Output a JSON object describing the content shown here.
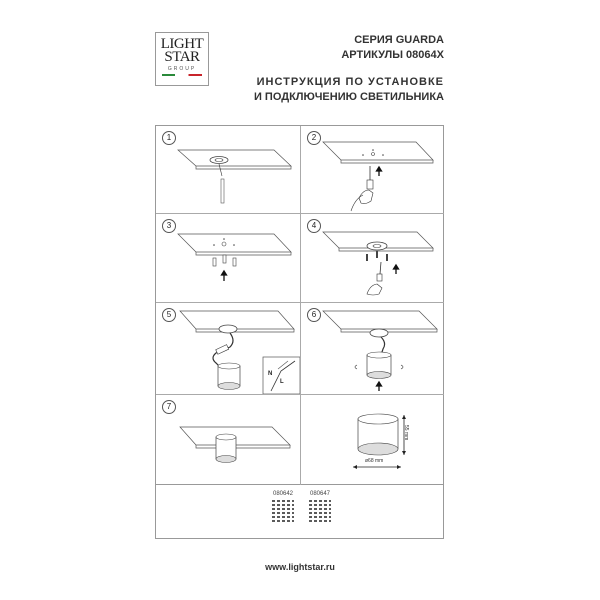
{
  "logo": {
    "line1": "LIGHT",
    "line2": "STAR",
    "line3": "GROUP"
  },
  "header": {
    "series": "СЕРИЯ GUARDA",
    "articles": "АРТИКУЛЫ 08064X",
    "title_line1": "ИНСТРУКЦИЯ ПО УСТАНОВКЕ",
    "title_line2": "И ПОДКЛЮЧЕНИЮ СВЕТИЛЬНИКА"
  },
  "steps": [
    {
      "number": "1",
      "description": "mark ceiling with mounting plate, drill"
    },
    {
      "number": "2",
      "description": "drill holes in ceiling"
    },
    {
      "number": "3",
      "description": "insert dowels"
    },
    {
      "number": "4",
      "description": "screw mounting plate to ceiling"
    },
    {
      "number": "5",
      "description": "connect wires",
      "inset_labels": [
        "N",
        "L"
      ]
    },
    {
      "number": "6",
      "description": "attach and twist luminaire"
    },
    {
      "number": "7",
      "description": "installed luminaire"
    }
  ],
  "dimensions": {
    "height": "55 mm",
    "diameter": "ø68 mm"
  },
  "qr_codes": [
    {
      "label": "080642"
    },
    {
      "label": "080647"
    }
  ],
  "footer": {
    "url": "www.lightstar.ru"
  }
}
